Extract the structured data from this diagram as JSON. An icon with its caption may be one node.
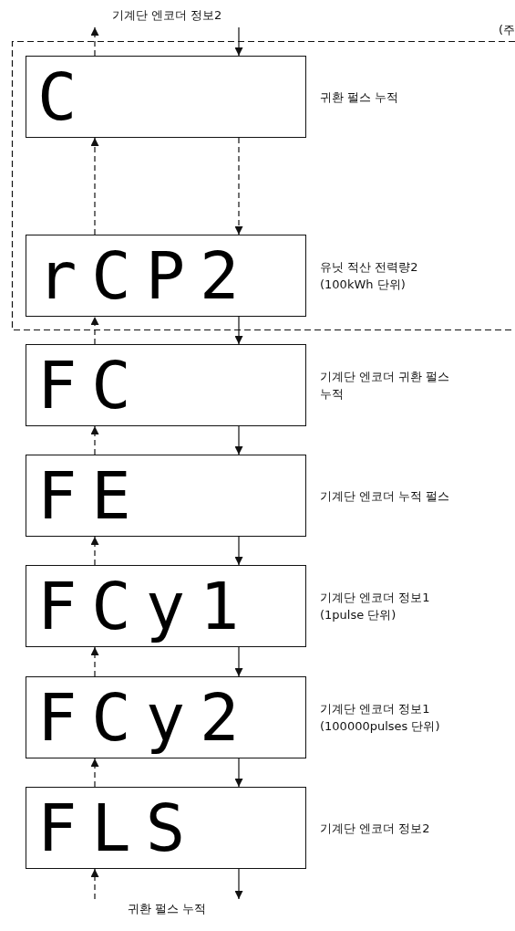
{
  "diagram": {
    "nodes": [
      {
        "text": [
          "기계단 엔코더 정보2"
        ]
      },
      {
        "text": [
          "(주"
        ]
      },
      {
        "text": [
          "C"
        ],
        "in": 1,
        "beside": [
          "귀환 펄스 누적"
        ]
      },
      {
        "text": [
          "rCP2"
        ],
        "in": 1,
        "beside": [
          "유닛 적산 전력량2 (100kWh 단위)"
        ]
      },
      {
        "text": [
          "FC"
        ],
        "beside": [
          "기계단 엔코더 귀환 펄스 누적"
        ]
      },
      {
        "text": [
          "FE"
        ],
        "beside": [
          "기계단 엔코더 누적 펄스"
        ]
      },
      {
        "text": [
          "FCy1"
        ],
        "beside": [
          "기계단 엔코더 정보1 (1pulse 단위)"
        ]
      },
      {
        "text": [
          "FCy2"
        ],
        "beside": [
          "기계단 엔코더 정보1 (100000pulses 단위)"
        ]
      },
      {
        "text": [
          "FLS"
        ],
        "beside": [
          "기계단 엔코더 정보2"
        ]
      },
      {
        "text": [
          "귀환 펄스 누적"
        ]
      }
    ],
    "edges": [
      {
        "from": 0,
        "to": 2,
        "arrow": "to"
      },
      {
        "from": 2,
        "to": 0,
        "arrow": "to",
        "style": "dashed"
      },
      {
        "from": 2,
        "to": 3,
        "arrow": "to",
        "style": "dashed"
      },
      {
        "from": 3,
        "to": 2,
        "arrow": "to",
        "style": "dashed"
      },
      {
        "from": 3,
        "to": 4,
        "arrow": "to"
      },
      {
        "from": 4,
        "to": 3,
        "arrow": "to",
        "style": "dashed"
      },
      {
        "from": 4,
        "to": 5,
        "arrow": "to"
      },
      {
        "from": 5,
        "to": 4,
        "arrow": "to",
        "style": "dashed"
      },
      {
        "from": 5,
        "to": 6,
        "arrow": "to"
      },
      {
        "from": 6,
        "to": 5,
        "arrow": "to",
        "style": "dashed"
      },
      {
        "from": 6,
        "to": 7,
        "arrow": "to"
      },
      {
        "from": 7,
        "to": 6,
        "arrow": "to",
        "style": "dashed"
      },
      {
        "from": 7,
        "to": 8,
        "arrow": "to"
      },
      {
        "from": 8,
        "to": 7,
        "arrow": "to",
        "style": "dashed"
      },
      {
        "from": 8,
        "to": 9,
        "arrow": "to"
      },
      {
        "from": 9,
        "to": 8,
        "arrow": "to",
        "style": "dashed"
      }
    ]
  }
}
